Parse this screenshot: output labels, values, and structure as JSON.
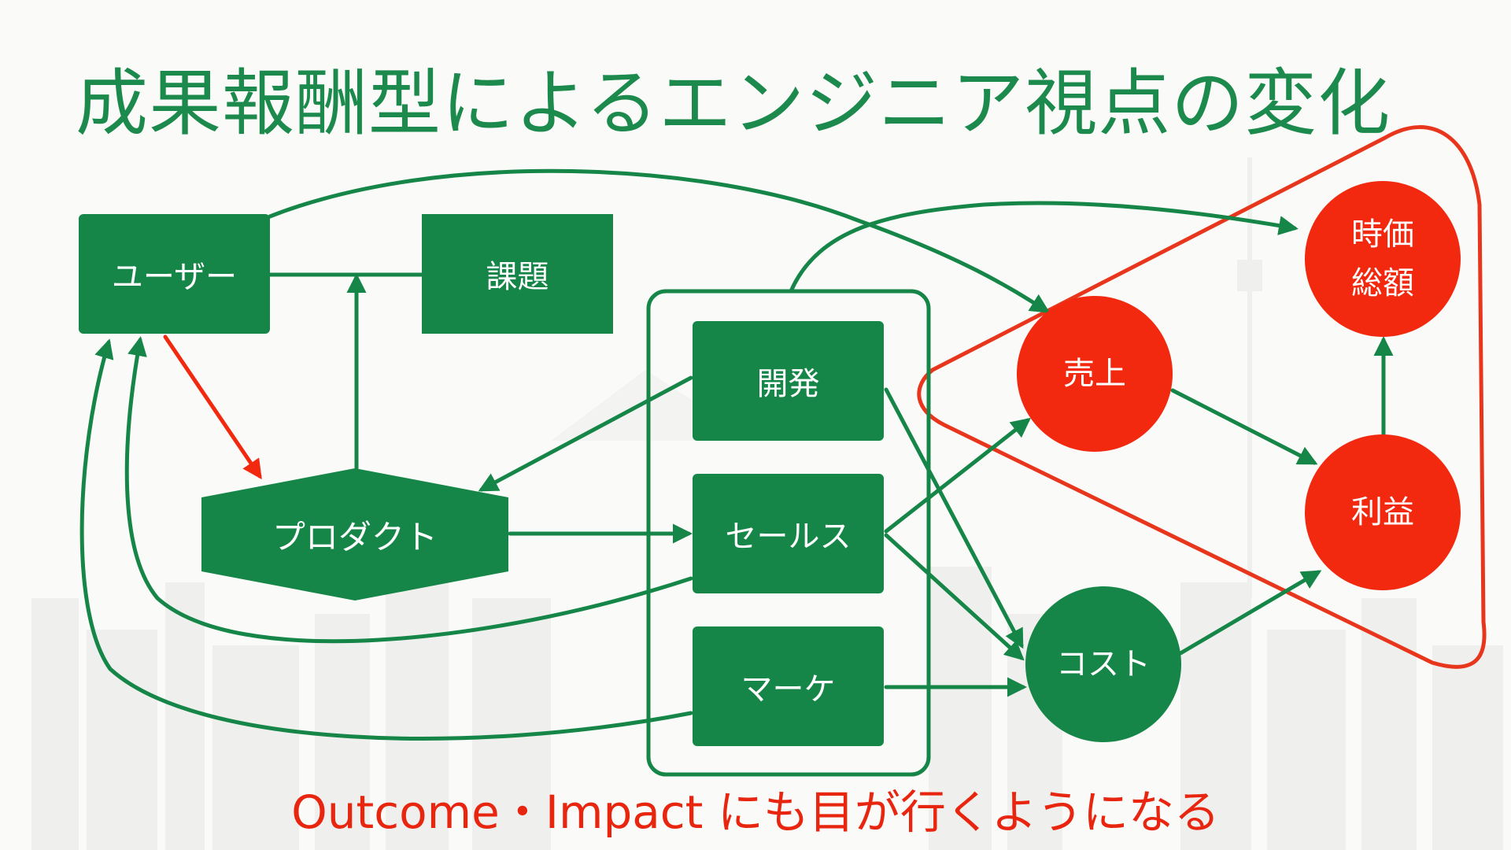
{
  "title": "成果報酬型によるエンジニア視点の変化",
  "subtitle": "Outcome・Impact にも目が行くようになる",
  "nodes": {
    "user": "ユーザー",
    "issue": "課題",
    "product": "プロダクト",
    "dev": "開発",
    "sales": "セールス",
    "marketing": "マーケ",
    "revenue": "売上",
    "cost": "コスト",
    "profit": "利益",
    "market_cap_line1": "時価",
    "market_cap_line2": "総額"
  },
  "colors": {
    "green": "#158647",
    "red": "#f2280f",
    "title_green": "#1b8a4c",
    "subtitle_red": "#e8260f"
  }
}
